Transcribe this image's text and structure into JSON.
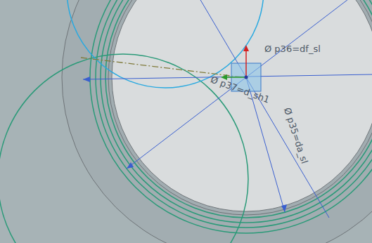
{
  "diagram": {
    "labels": [
      "Ø p36=df_sl",
      "Ø p37=d_sh1",
      "Ø p35=da_sl"
    ]
  }
}
